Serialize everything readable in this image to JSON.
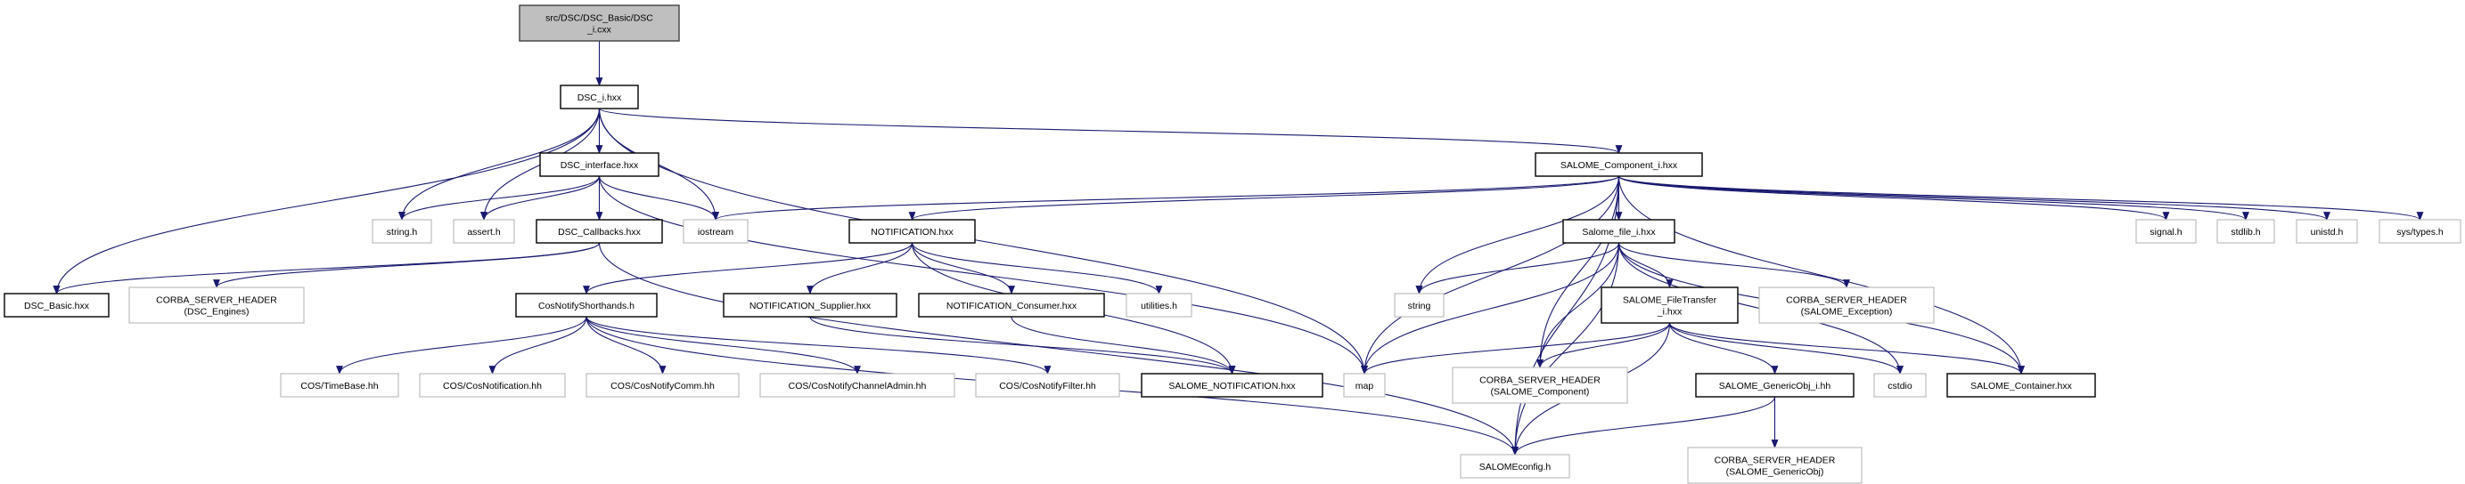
{
  "colors": {
    "edge": "#191970",
    "root_fill": "#bfbfbf",
    "documented_border": "#000000",
    "external_border": "#bfbfbf",
    "background": "#ffffff"
  },
  "graph": {
    "nodes": [
      {
        "id": "root",
        "lines": [
          "src/DSC/DSC_Basic/DSC",
          "_i.cxx"
        ],
        "kind": "root"
      },
      {
        "id": "dsc_i",
        "lines": [
          "DSC_i.hxx"
        ],
        "kind": "documented"
      },
      {
        "id": "dsc_interface",
        "lines": [
          "DSC_interface.hxx"
        ],
        "kind": "documented"
      },
      {
        "id": "string_h",
        "lines": [
          "string.h"
        ],
        "kind": "external"
      },
      {
        "id": "assert_h",
        "lines": [
          "assert.h"
        ],
        "kind": "external"
      },
      {
        "id": "dsc_callbacks",
        "lines": [
          "DSC_Callbacks.hxx"
        ],
        "kind": "documented"
      },
      {
        "id": "iostream",
        "lines": [
          "iostream"
        ],
        "kind": "external"
      },
      {
        "id": "dsc_basic",
        "lines": [
          "DSC_Basic.hxx"
        ],
        "kind": "documented"
      },
      {
        "id": "corba_dsc_engines",
        "lines": [
          "CORBA_SERVER_HEADER",
          "(DSC_Engines)"
        ],
        "kind": "external"
      },
      {
        "id": "cosnotify_shorthands",
        "lines": [
          "CosNotifyShorthands.h"
        ],
        "kind": "documented"
      },
      {
        "id": "timebase",
        "lines": [
          "COS/TimeBase.hh"
        ],
        "kind": "external"
      },
      {
        "id": "cosnotification",
        "lines": [
          "COS/CosNotification.hh"
        ],
        "kind": "external"
      },
      {
        "id": "cosnotifycomm",
        "lines": [
          "COS/CosNotifyComm.hh"
        ],
        "kind": "external"
      },
      {
        "id": "channeladmin",
        "lines": [
          "COS/CosNotifyChannelAdmin.hh"
        ],
        "kind": "external"
      },
      {
        "id": "cosnotifyfilter",
        "lines": [
          "COS/CosNotifyFilter.hh"
        ],
        "kind": "external"
      },
      {
        "id": "salome_notification",
        "lines": [
          "SALOME_NOTIFICATION.hxx"
        ],
        "kind": "documented"
      },
      {
        "id": "map",
        "lines": [
          "map"
        ],
        "kind": "external"
      },
      {
        "id": "corba_salome_component",
        "lines": [
          "CORBA_SERVER_HEADER",
          "(SALOME_Component)"
        ],
        "kind": "external"
      },
      {
        "id": "salomeconfig",
        "lines": [
          "SALOMEconfig.h"
        ],
        "kind": "external"
      },
      {
        "id": "notification",
        "lines": [
          "NOTIFICATION.hxx"
        ],
        "kind": "documented"
      },
      {
        "id": "notif_supplier",
        "lines": [
          "NOTIFICATION_Supplier.hxx"
        ],
        "kind": "documented"
      },
      {
        "id": "notif_consumer",
        "lines": [
          "NOTIFICATION_Consumer.hxx"
        ],
        "kind": "documented"
      },
      {
        "id": "utilities",
        "lines": [
          "utilities.h"
        ],
        "kind": "external"
      },
      {
        "id": "string",
        "lines": [
          "string"
        ],
        "kind": "external"
      },
      {
        "id": "salome_component_i",
        "lines": [
          "SALOME_Component_i.hxx"
        ],
        "kind": "documented"
      },
      {
        "id": "salome_file_i",
        "lines": [
          "Salome_file_i.hxx"
        ],
        "kind": "documented"
      },
      {
        "id": "filetransfer",
        "lines": [
          "SALOME_FileTransfer",
          "_i.hxx"
        ],
        "kind": "documented"
      },
      {
        "id": "signal",
        "lines": [
          "signal.h"
        ],
        "kind": "external"
      },
      {
        "id": "stdlib",
        "lines": [
          "stdlib.h"
        ],
        "kind": "external"
      },
      {
        "id": "unistd",
        "lines": [
          "unistd.h"
        ],
        "kind": "external"
      },
      {
        "id": "systypes",
        "lines": [
          "sys/types.h"
        ],
        "kind": "external"
      },
      {
        "id": "corba_exception",
        "lines": [
          "CORBA_SERVER_HEADER",
          "(SALOME_Exception)"
        ],
        "kind": "external"
      },
      {
        "id": "genericobj_i",
        "lines": [
          "SALOME_GenericObj_i.hh"
        ],
        "kind": "documented"
      },
      {
        "id": "cstdio",
        "lines": [
          "cstdio"
        ],
        "kind": "external"
      },
      {
        "id": "container",
        "lines": [
          "SALOME_Container.hxx"
        ],
        "kind": "documented"
      },
      {
        "id": "corba_genericobj",
        "lines": [
          "CORBA_SERVER_HEADER",
          "(SALOME_GenericObj)"
        ],
        "kind": "external"
      }
    ],
    "edges": [
      [
        "root",
        "dsc_i"
      ],
      [
        "dsc_i",
        "dsc_interface"
      ],
      [
        "dsc_i",
        "string_h"
      ],
      [
        "dsc_i",
        "assert_h"
      ],
      [
        "dsc_i",
        "iostream"
      ],
      [
        "dsc_i",
        "dsc_basic"
      ],
      [
        "dsc_i",
        "map"
      ],
      [
        "dsc_i",
        "salome_component_i"
      ],
      [
        "dsc_interface",
        "string_h"
      ],
      [
        "dsc_interface",
        "assert_h"
      ],
      [
        "dsc_interface",
        "dsc_callbacks"
      ],
      [
        "dsc_interface",
        "iostream"
      ],
      [
        "dsc_interface",
        "map"
      ],
      [
        "dsc_callbacks",
        "dsc_basic"
      ],
      [
        "dsc_callbacks",
        "corba_dsc_engines"
      ],
      [
        "dsc_callbacks",
        "salomeconfig"
      ],
      [
        "salome_component_i",
        "iostream"
      ],
      [
        "salome_component_i",
        "notification"
      ],
      [
        "salome_component_i",
        "map"
      ],
      [
        "salome_component_i",
        "string"
      ],
      [
        "salome_component_i",
        "salome_file_i"
      ],
      [
        "salome_component_i",
        "corba_salome_component"
      ],
      [
        "salome_component_i",
        "signal"
      ],
      [
        "salome_component_i",
        "stdlib"
      ],
      [
        "salome_component_i",
        "unistd"
      ],
      [
        "salome_component_i",
        "systypes"
      ],
      [
        "salome_component_i",
        "container"
      ],
      [
        "salome_component_i",
        "salomeconfig"
      ],
      [
        "notification",
        "cosnotify_shorthands"
      ],
      [
        "notification",
        "notif_supplier"
      ],
      [
        "notification",
        "notif_consumer"
      ],
      [
        "notification",
        "utilities"
      ],
      [
        "notification",
        "salome_notification"
      ],
      [
        "cosnotify_shorthands",
        "timebase"
      ],
      [
        "cosnotify_shorthands",
        "cosnotification"
      ],
      [
        "cosnotify_shorthands",
        "cosnotifycomm"
      ],
      [
        "cosnotify_shorthands",
        "channeladmin"
      ],
      [
        "cosnotify_shorthands",
        "cosnotifyfilter"
      ],
      [
        "cosnotify_shorthands",
        "salomeconfig"
      ],
      [
        "notif_supplier",
        "salome_notification"
      ],
      [
        "notif_consumer",
        "salome_notification"
      ],
      [
        "salome_file_i",
        "string"
      ],
      [
        "salome_file_i",
        "map"
      ],
      [
        "salome_file_i",
        "salomeconfig"
      ],
      [
        "salome_file_i",
        "corba_salome_component"
      ],
      [
        "salome_file_i",
        "filetransfer"
      ],
      [
        "salome_file_i",
        "corba_exception"
      ],
      [
        "salome_file_i",
        "cstdio"
      ],
      [
        "salome_file_i",
        "container"
      ],
      [
        "filetransfer",
        "map"
      ],
      [
        "filetransfer",
        "corba_salome_component"
      ],
      [
        "filetransfer",
        "salomeconfig"
      ],
      [
        "filetransfer",
        "genericobj_i"
      ],
      [
        "filetransfer",
        "cstdio"
      ],
      [
        "filetransfer",
        "container"
      ],
      [
        "genericobj_i",
        "salomeconfig"
      ],
      [
        "genericobj_i",
        "corba_genericobj"
      ]
    ]
  }
}
